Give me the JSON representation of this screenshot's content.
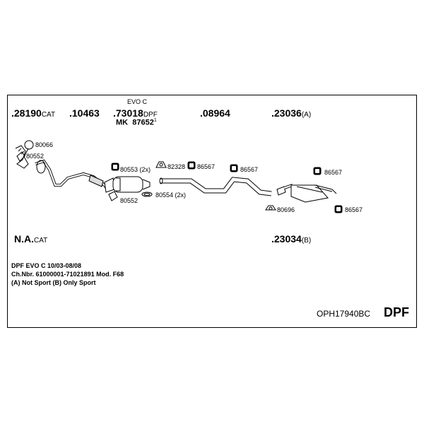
{
  "parts": [
    {
      "number": ".28190",
      "suffix": "CAT"
    },
    {
      "number": ".10463",
      "suffix": ""
    },
    {
      "number": ".73018",
      "suffix": "DPF",
      "above": "EVO C"
    },
    {
      "number": ".08964",
      "suffix": ""
    },
    {
      "number": ".23036",
      "suffix": "(A)"
    }
  ],
  "mk": {
    "label": "MK",
    "number": "87652",
    "sup": "1"
  },
  "alt_parts": [
    {
      "number": "N.A.",
      "suffix": "CAT"
    },
    {
      "number": ".23034",
      "suffix": "(B)"
    }
  ],
  "components": {
    "c80066": "80066",
    "c80552a": "80552",
    "c80553": "80553 (2x)",
    "c82328": "82328",
    "c86567a": "86567",
    "c86567b": "86567",
    "c80554": "80554 (2x)",
    "c80552b": "80552",
    "c86567c": "86567",
    "c80696": "80696",
    "c86567d": "86567"
  },
  "notes": {
    "line1": "DPF EVO C   10/03-08/08",
    "line2": "Ch.Nbr. 61000001-71021891   Mod. F68",
    "line3": "(A) Not Sport (B) Only Sport"
  },
  "code": "OPH17940BC",
  "type": "DPF"
}
